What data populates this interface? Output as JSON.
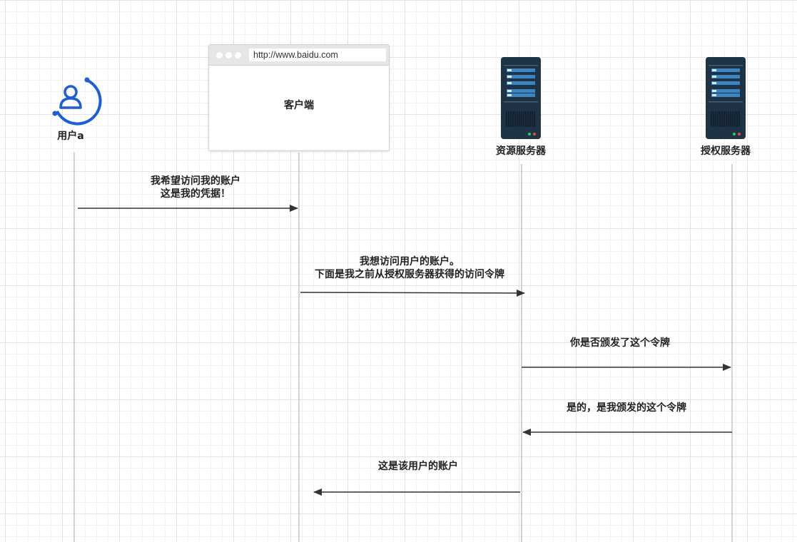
{
  "actors": {
    "user": "用户a",
    "client": "客户端",
    "resource_server": "资源服务器",
    "auth_server": "授权服务器"
  },
  "browser": {
    "url": "http://www.baidu.com"
  },
  "messages": [
    {
      "text": "我希望访问我的账户\n这是我的凭据！",
      "from": "user",
      "to": "client"
    },
    {
      "text": "我想访问用户的账户。\n下面是我之前从授权服务器获得的访问令牌",
      "from": "client",
      "to": "resource_server"
    },
    {
      "text": "你是否颁发了这个令牌",
      "from": "resource_server",
      "to": "auth_server"
    },
    {
      "text": "是的，是我颁发的这个令牌",
      "from": "auth_server",
      "to": "resource_server"
    },
    {
      "text": "这是该用户的账户",
      "from": "resource_server",
      "to": "client"
    }
  ],
  "colors": {
    "user_icon": "#1a5fd6",
    "server_body": "#1f3346",
    "server_bars": "#3b86c0",
    "arrow": "#333333"
  }
}
